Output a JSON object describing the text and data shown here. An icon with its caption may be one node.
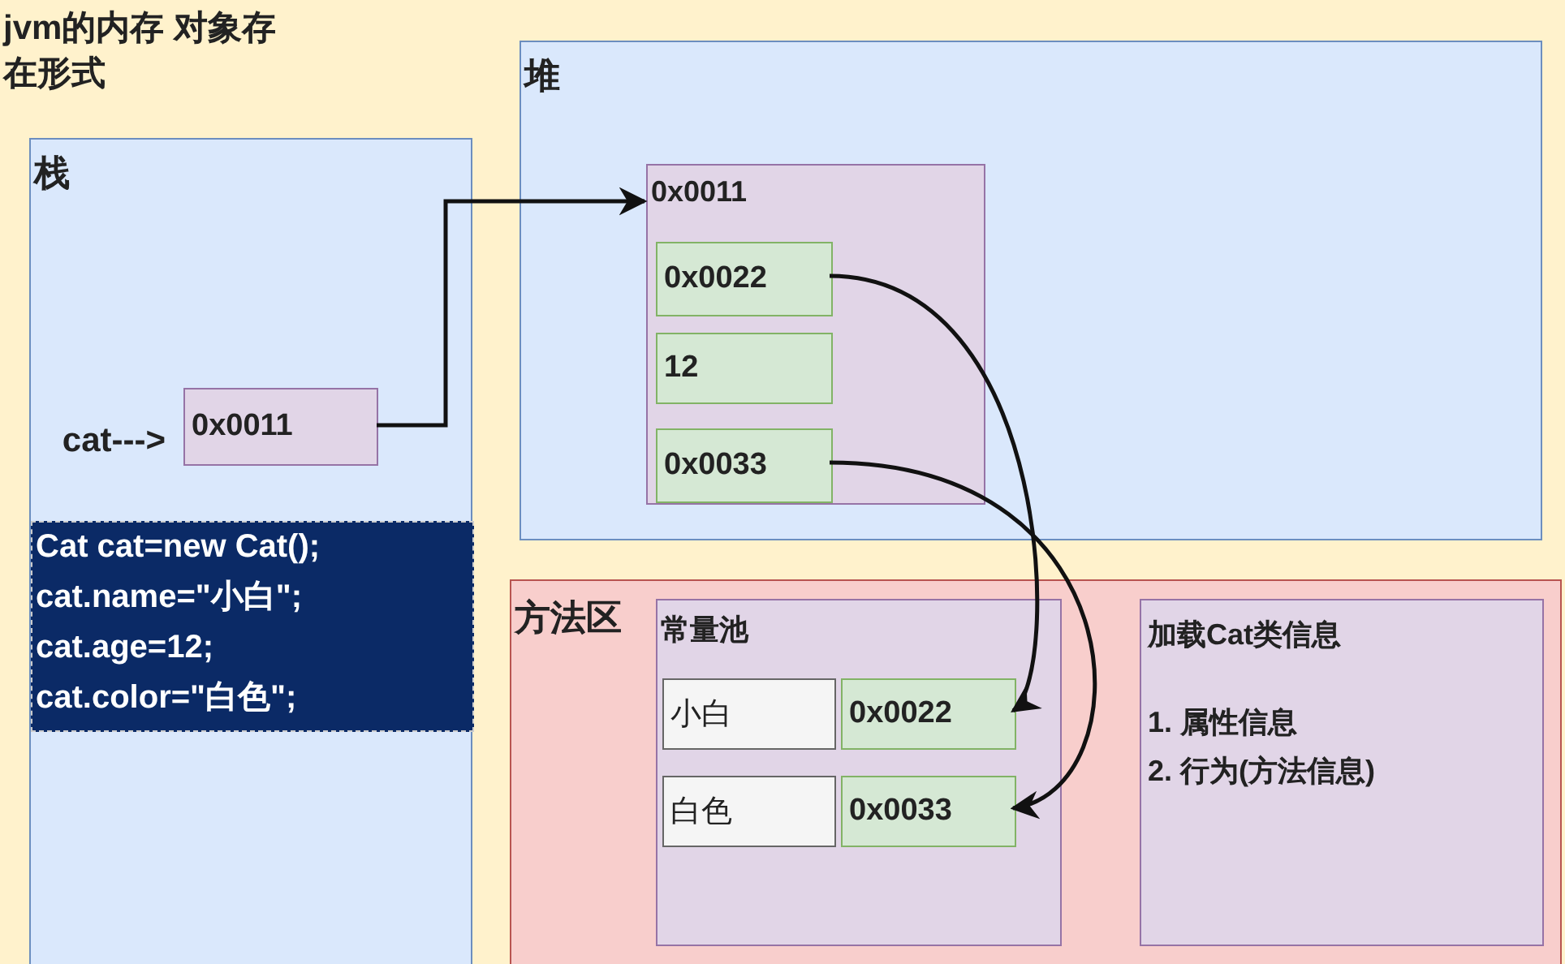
{
  "diagram": {
    "title": "jvm的内存 对象存在形式",
    "nodes": [
      {
        "text": [
          "栈"
        ]
      },
      {
        "text": [
          "0x0011"
        ],
        "in": 0,
        "beside": [
          "cat--->"
        ]
      },
      {
        "text": [
          "Cat cat=new Cat();",
          "cat.name=\"小白\";",
          "cat.age=12;",
          "cat.color=\"白色\";"
        ],
        "in": 0
      },
      {
        "text": [
          "堆"
        ]
      },
      {
        "text": [
          "0x0011"
        ],
        "in": 3
      },
      {
        "text": [
          "0x0022"
        ],
        "in": 4
      },
      {
        "text": [
          "12"
        ],
        "in": 4
      },
      {
        "text": [
          "0x0033"
        ],
        "in": 4
      },
      {
        "text": [
          "方法区"
        ]
      },
      {
        "text": [
          "常量池"
        ],
        "in": 8
      },
      {
        "text": [
          "小白"
        ],
        "in": 9
      },
      {
        "text": [
          "0x0022"
        ],
        "in": 9
      },
      {
        "text": [
          "白色"
        ],
        "in": 9
      },
      {
        "text": [
          "0x0033"
        ],
        "in": 9
      },
      {
        "text": [
          "加载Cat类信息",
          "1. 属性信息",
          "2. 行为(方法信息)"
        ],
        "in": 8
      }
    ],
    "edges": [
      {
        "from": 1,
        "to": 4,
        "arrow": "to"
      },
      {
        "from": 5,
        "to": 11,
        "arrow": "to"
      },
      {
        "from": 7,
        "to": 13,
        "arrow": "to"
      }
    ]
  }
}
